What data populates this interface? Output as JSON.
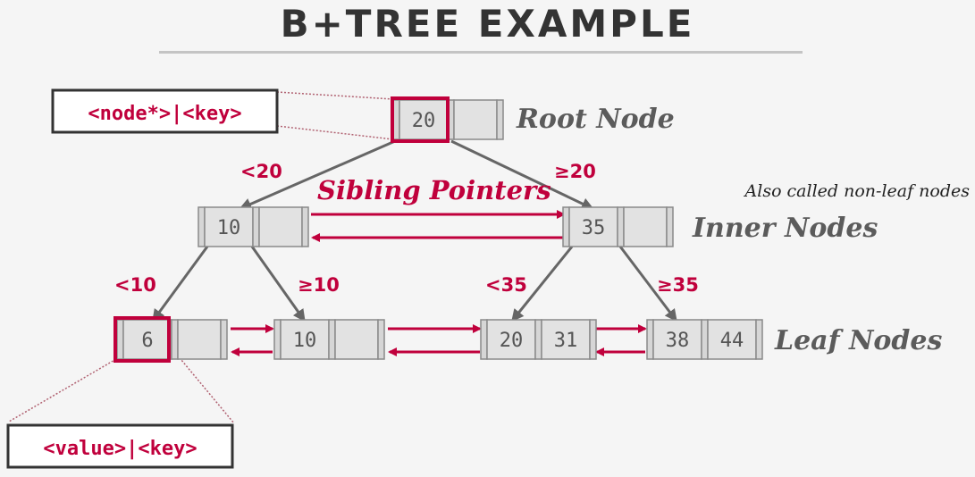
{
  "title": "B+TREE EXAMPLE",
  "colors": {
    "accent": "#c0003c",
    "node_fill": "#e2e2e2",
    "node_stroke": "#8a8a8a",
    "edge": "#666666",
    "label_text": "#5b5b5b",
    "background": "#f5f5f5"
  },
  "callouts": {
    "node_key": "<node*>|<key>",
    "value_key": "<value>|<key>"
  },
  "labels": {
    "root": "Root Node",
    "inner": "Inner Nodes",
    "leaf": "Leaf Nodes",
    "sibling": "Sibling Pointers",
    "non_leaf_note": "Also called non-leaf nodes"
  },
  "nodes": {
    "root": {
      "keys": [
        "20"
      ]
    },
    "inner_left": {
      "keys": [
        "10"
      ]
    },
    "inner_right": {
      "keys": [
        "35"
      ]
    },
    "leaf_1": {
      "keys": [
        "6"
      ]
    },
    "leaf_2": {
      "keys": [
        "10"
      ]
    },
    "leaf_3": {
      "keys": [
        "20",
        "31"
      ]
    },
    "leaf_4": {
      "keys": [
        "38",
        "44"
      ]
    }
  },
  "edge_labels": {
    "root_left": "<20",
    "root_right": "≥20",
    "inner_left_left": "<10",
    "inner_left_right": "≥10",
    "inner_right_left": "<35",
    "inner_right_right": "≥35"
  }
}
